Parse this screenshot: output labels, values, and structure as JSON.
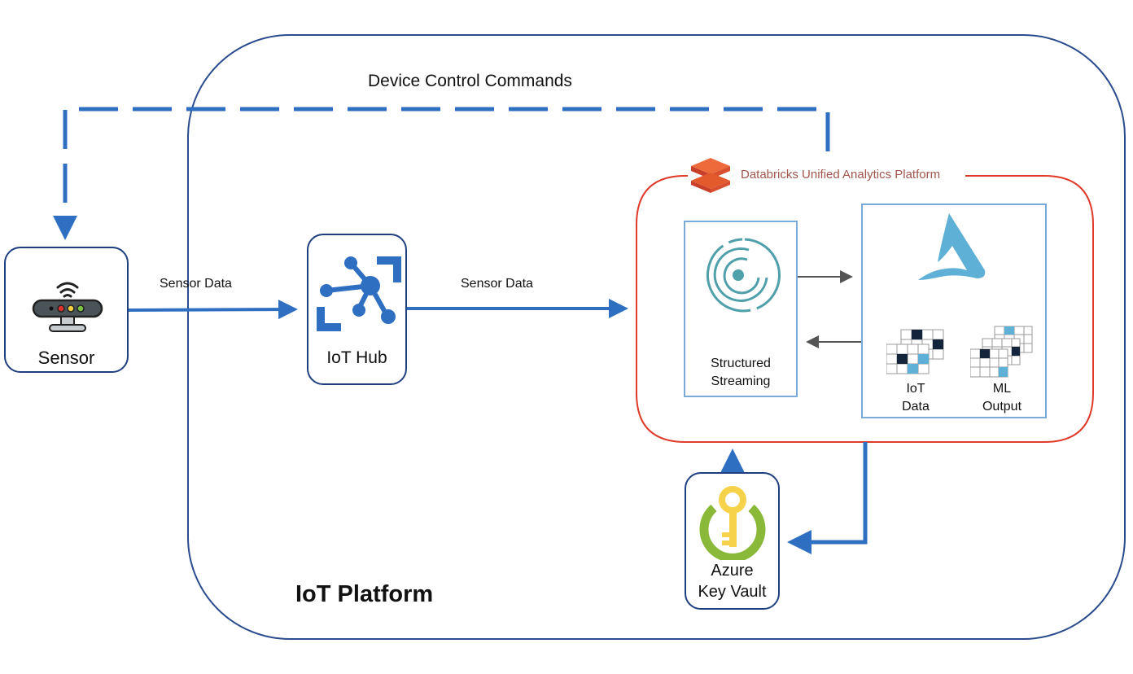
{
  "diagram": {
    "platform": {
      "title": "IoT Platform",
      "border_color": "#2a4b8d"
    },
    "databricks": {
      "title": "Databricks Unified Analytics Platform",
      "border_color": "#e03a2a",
      "title_color": "#a0564c",
      "logo_color": "#e35a2c"
    },
    "nodes": {
      "sensor": {
        "label": "Sensor",
        "icon": "sensor-device-icon"
      },
      "iot_hub": {
        "label": "IoT Hub",
        "icon": "iot-hub-icon",
        "color": "#2f6fc2"
      },
      "structured_streaming": {
        "line1": "Structured",
        "line2": "Streaming",
        "icon": "streaming-rings-icon",
        "color": "#4fa0aa"
      },
      "delta": {
        "icon": "delta-lake-icon",
        "color": "#5fb0d6"
      },
      "iot_data": {
        "line1": "IoT",
        "line2": "Data",
        "icon": "table-grid-icon"
      },
      "ml_output": {
        "line1": "ML",
        "line2": "Output",
        "icon": "table-grid-icon"
      },
      "key_vault": {
        "line1": "Azure",
        "line2": "Key Vault",
        "icon": "key-vault-icon"
      }
    },
    "edges": {
      "device_control": {
        "label": "Device Control Commands",
        "style": "dashed",
        "from": "databricks",
        "to": "sensor"
      },
      "sensor_to_hub": {
        "label": "Sensor Data",
        "from": "sensor",
        "to": "iot_hub"
      },
      "hub_to_databricks": {
        "label": "Sensor Data",
        "from": "iot_hub",
        "to": "databricks"
      },
      "streaming_to_delta": {
        "label": "",
        "from": "structured_streaming",
        "to": "delta"
      },
      "delta_to_streaming": {
        "label": "",
        "from": "delta",
        "to": "structured_streaming"
      },
      "databricks_to_keyvault": {
        "label": "",
        "from": "databricks",
        "to": "key_vault"
      },
      "keyvault_to_databricks": {
        "label": "",
        "from": "key_vault",
        "to": "databricks"
      }
    },
    "colors": {
      "arrow": "#2f6fc2",
      "inner_arrow": "#555555",
      "inner_box": "#7aaad6",
      "node_border": "#1f3f7f"
    }
  }
}
